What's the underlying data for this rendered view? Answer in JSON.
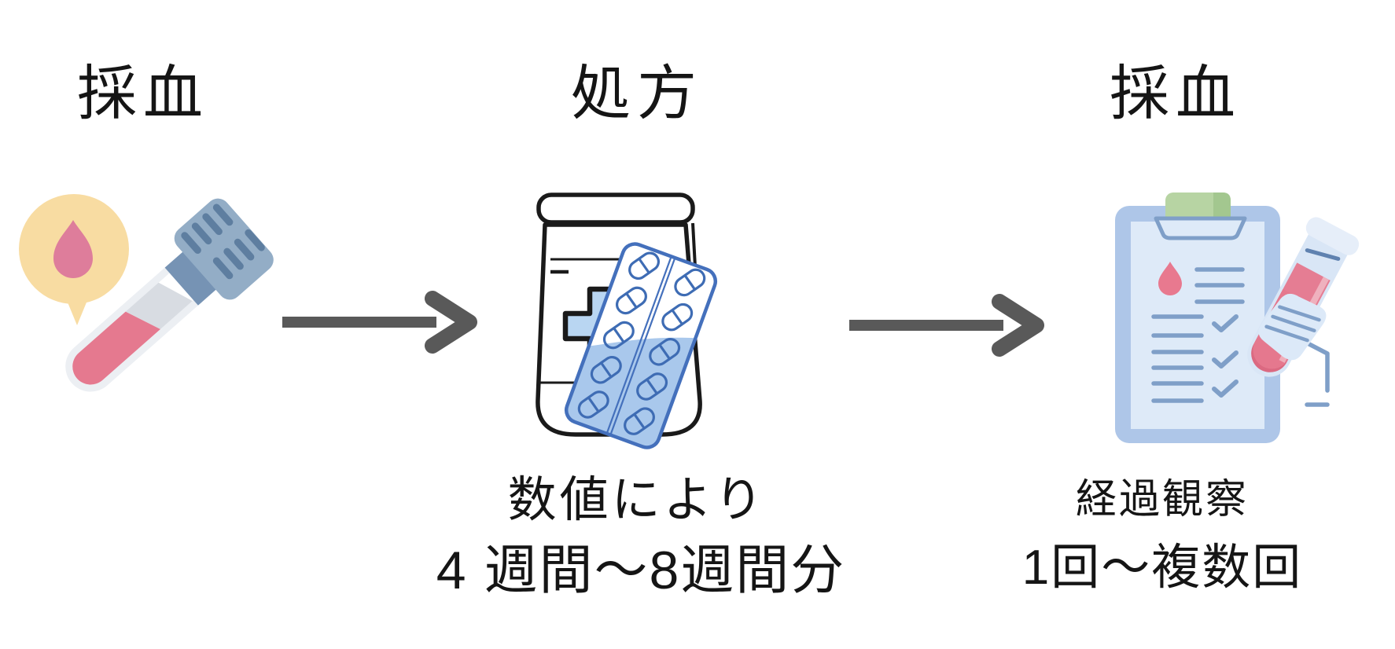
{
  "steps": [
    {
      "title": "採血"
    },
    {
      "title": "処方",
      "caption_line1": "数値により",
      "caption_line2": "4 週間〜8週間分"
    },
    {
      "title": "採血",
      "caption_line1": "経過観察",
      "caption_line2": "1回〜複数回"
    }
  ],
  "icons": [
    {
      "name": "blood-drop-bubble-and-test-tube-icon"
    },
    {
      "name": "medicine-bag-and-pill-blister-icon"
    },
    {
      "name": "checkup-clipboard-and-test-tube-icon"
    }
  ],
  "colors": {
    "background": "#FFFFFF",
    "text": "#151515",
    "arrow": "#595959",
    "outline_black": "#1A1A1A",
    "bubble_yellow": "#F8DCA2",
    "drop_pink": "#DE7D9B",
    "blood_pink": "#E5798F",
    "tube_cap_blue": "#93ADC6",
    "cap_stripe_blue": "#5E7EA0",
    "cross_fill_blue": "#B9D6F2",
    "blister_outline_blue": "#4470BC",
    "blister_fill_blue": "#A9C8EC",
    "clipboard_frame_blue": "#AEC6E8",
    "clipboard_paper_blue": "#DEEAF8",
    "clip_green": "#B7D4A3",
    "clip_green_dark": "#A3C78F",
    "detail_line_blue": "#7F9FC8",
    "checklist_drop_pink": "#E8798F",
    "tube_glass_blue": "#D9E6F6",
    "blood_dark_pink": "#DB6981"
  }
}
